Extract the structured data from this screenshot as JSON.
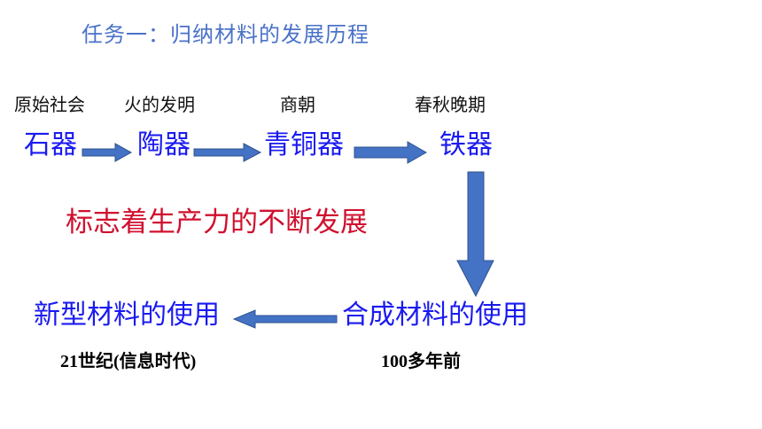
{
  "title": "任务一：归纳材料的发展历程",
  "eras": [
    "原始社会",
    "火的发明",
    "商朝",
    "春秋晚期"
  ],
  "materials": [
    "石器",
    "陶器",
    "青铜器",
    "铁器"
  ],
  "significance": "标志着生产力的不断发展",
  "later": {
    "synthetic": "合成材料的使用",
    "new_type": "新型材料的使用",
    "synthetic_time": "100多年前",
    "new_type_time": "21世纪(信息时代)"
  },
  "colors": {
    "title": "#4a72c8",
    "materials": "#1a1af0",
    "significance": "#d0102e",
    "arrow_fill": "#4472c4",
    "arrow_stroke": "#2f528f"
  }
}
